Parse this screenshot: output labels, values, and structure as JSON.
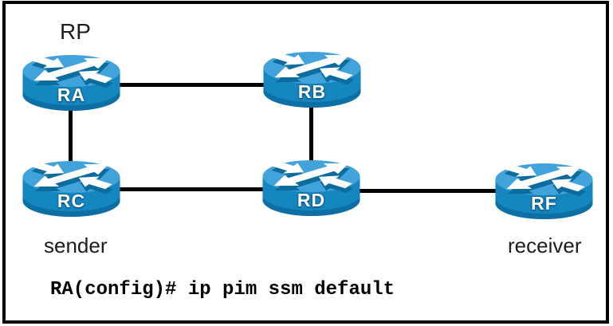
{
  "diagram": {
    "annotations": {
      "rp": "RP",
      "sender": "sender",
      "receiver": "receiver"
    },
    "nodes": {
      "ra": {
        "label": "RA",
        "icon": "cisco-router-icon",
        "role": "RP"
      },
      "rb": {
        "label": "RB",
        "icon": "cisco-router-icon"
      },
      "rc": {
        "label": "RC",
        "icon": "cisco-router-icon",
        "role": "sender"
      },
      "rd": {
        "label": "RD",
        "icon": "cisco-router-icon"
      },
      "rf": {
        "label": "RF",
        "icon": "cisco-router-icon",
        "role": "receiver"
      }
    },
    "links": [
      {
        "from": "RA",
        "to": "RB"
      },
      {
        "from": "RA",
        "to": "RC"
      },
      {
        "from": "RB",
        "to": "RD"
      },
      {
        "from": "RC",
        "to": "RD"
      },
      {
        "from": "RD",
        "to": "RF"
      }
    ],
    "colors": {
      "background": "#ffffff",
      "border": "#000000",
      "link": "#000000",
      "text": "#1c1c1c",
      "command_text": "#000000",
      "router_top": "#41a3d9",
      "router_body": "#1486c0",
      "router_rim": "#0d6fa3",
      "router_shadow": "#0c6c9e"
    }
  },
  "console": {
    "command": "RA(config)# ip pim ssm default"
  }
}
